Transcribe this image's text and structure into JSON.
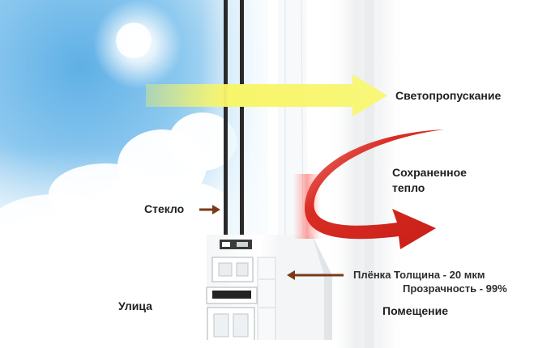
{
  "labels": {
    "light_transmission": "Светопропускание",
    "saved_heat_line1": "Сохраненное",
    "saved_heat_line2": "тепло",
    "glass": "Стекло",
    "film_thickness": "Плёнка Толщина - 20 мкм",
    "film_transparency": "Прозрачность - 99%",
    "street": "Улица",
    "room": "Помещение"
  },
  "icons": {
    "light_arrow": "light-arrow-icon",
    "heat_arrow": "heat-arrow-icon",
    "glass_pointer": "arrow-right-icon",
    "film_pointer": "arrow-left-icon"
  },
  "colors": {
    "label_brown": "#6b3a1f",
    "sky_blue": "#7fc0ec",
    "light_yellow": "#f7f56a",
    "heat_red": "#d92d24",
    "pointer_brown": "#7a3a18",
    "frame_white": "#f1f4f5"
  }
}
